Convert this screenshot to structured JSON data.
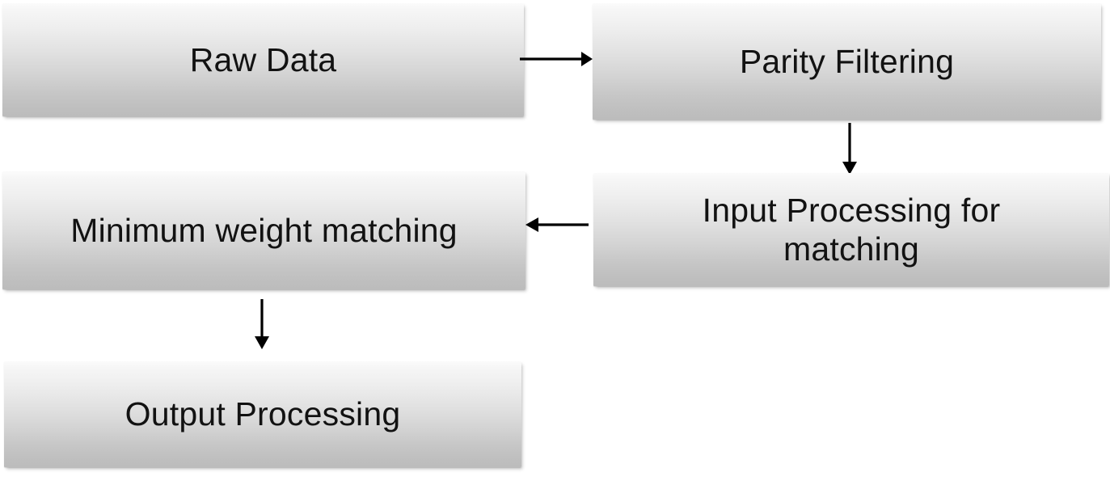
{
  "diagram": {
    "title": "Decoding pipeline flowchart",
    "background_color": "#ffffff",
    "box_gradient_top": "#fbfbfb",
    "box_gradient_bottom": "#bcbcbc",
    "text_color": "#121212",
    "arrow_color": "#000000",
    "nodes": [
      {
        "id": "raw-data",
        "label": "Raw Data"
      },
      {
        "id": "parity",
        "label": "Parity Filtering"
      },
      {
        "id": "min-weight",
        "label": "Minimum weight matching"
      },
      {
        "id": "input-proc",
        "label": "Input Processing for\nmatching"
      },
      {
        "id": "output-proc",
        "label": "Output Processing"
      }
    ],
    "edges": [
      {
        "id": "raw-to-parity",
        "from": "Raw Data",
        "to": "Parity Filtering",
        "direction": "right",
        "label": ""
      },
      {
        "id": "parity-to-input",
        "from": "Parity Filtering",
        "to": "Input Processing for matching",
        "direction": "down",
        "label": ""
      },
      {
        "id": "input-to-min",
        "from": "Input Processing for matching",
        "to": "Minimum weight matching",
        "direction": "left",
        "label": ""
      },
      {
        "id": "min-to-output",
        "from": "Minimum weight matching",
        "to": "Output Processing",
        "direction": "down",
        "label": ""
      }
    ]
  }
}
